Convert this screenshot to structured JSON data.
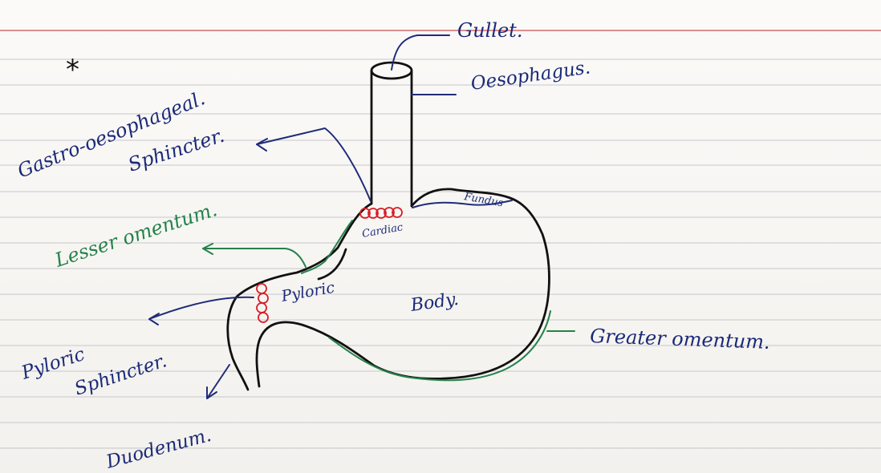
{
  "labels": {
    "gullet": "Gullet.",
    "oesophagus": "Oesophagus.",
    "gastro_oesophageal_line1": "Gastro-oesophageal.",
    "gastro_oesophageal_line2": "Sphincter.",
    "fundus": "Fundus",
    "cardiac": "Cardiac",
    "lesser_omentum": "Lesser omentum.",
    "pyloric": "Pyloric",
    "body": "Body.",
    "pyloric_sphincter_line1": "Pyloric",
    "pyloric_sphincter_line2": "Sphincter.",
    "greater_omentum": "Greater omentum.",
    "duodenum": "Duodenum."
  },
  "colors": {
    "blue_ink": "#1b2a78",
    "green_ink": "#24824a",
    "red_ink": "#d61f26",
    "black_ink": "#111111"
  }
}
